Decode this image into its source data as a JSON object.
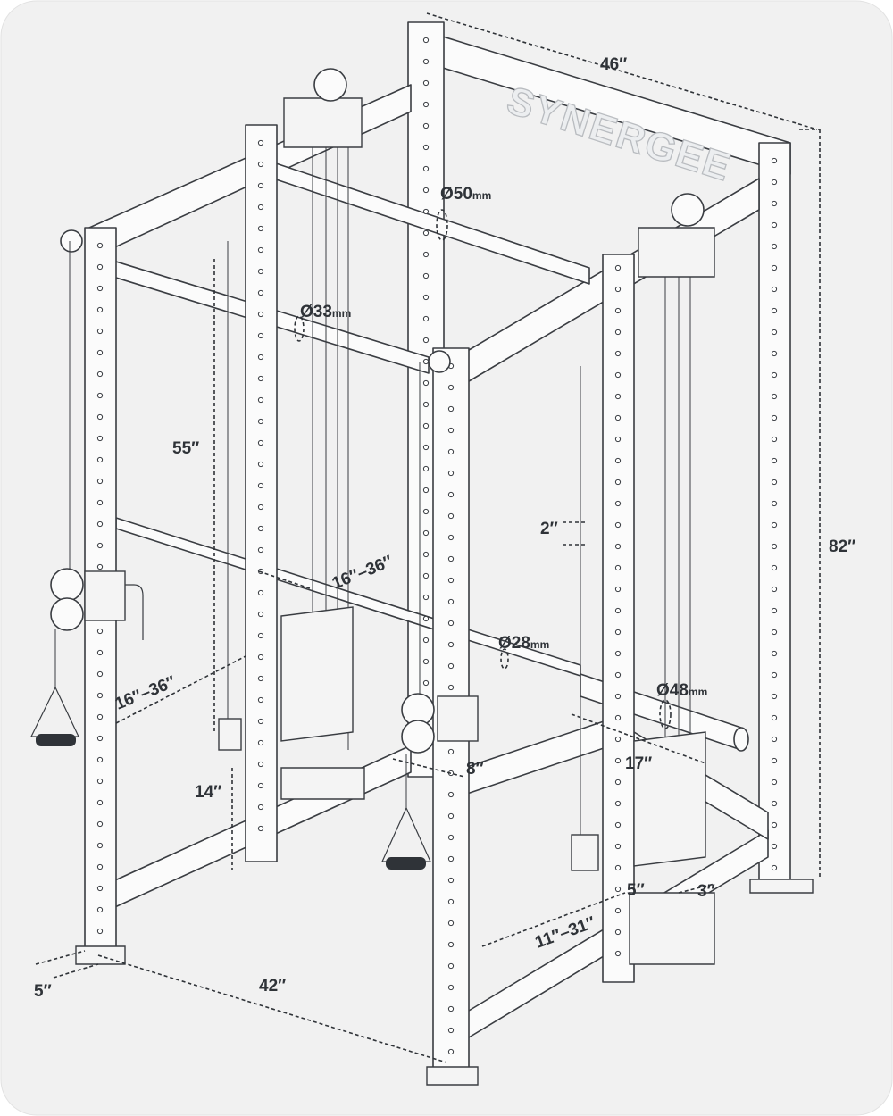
{
  "product": {
    "brand_logo": "SYNERGEE"
  },
  "dimensions": {
    "width_top": "46″",
    "height": "82″",
    "depth_bottom": "42″",
    "foot_width": "5″",
    "pullup_bar_diameter": "Ø50",
    "pullup_bar_unit": "mm",
    "front_bar_diameter": "Ø33",
    "front_bar_unit": "mm",
    "cable_column_height": "55″",
    "handle_range_left": "16″–36″",
    "handle_range_center": "16″–36″",
    "hole_spacing": "2″",
    "landmine_bar_diameter": "Ø28",
    "landmine_bar_unit": "mm",
    "sleeve_diameter": "Ø48",
    "sleeve_unit": "mm",
    "sleeve_length": "17″",
    "pulley_offset": "8″",
    "weight_stack_base": "14″",
    "base_5": "5″",
    "base_3": "3″",
    "adjust_range": "11″–31″"
  }
}
